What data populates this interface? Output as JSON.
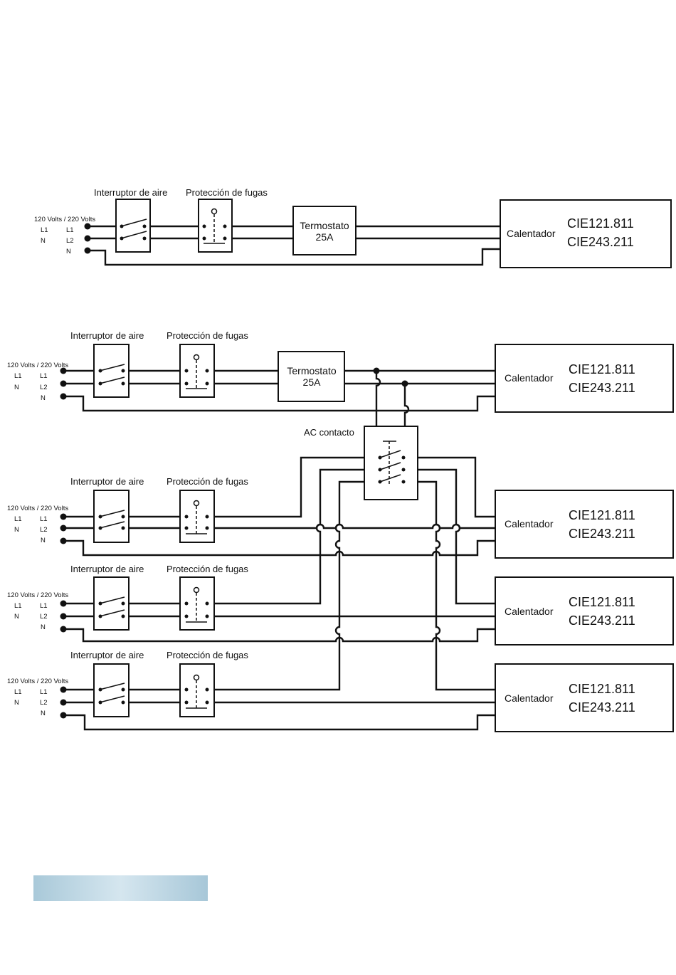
{
  "blocks": {
    "breaker": "Interruptor de aire",
    "rcd": "Protección de fugas",
    "thermostat_line1": "Termostato",
    "thermostat_line2": "25A",
    "heater_label": "Calentador",
    "model_1": "CIE121.811",
    "model_2": "CIE243.211",
    "contactor": "AC contacto"
  },
  "supply": {
    "voltage": "120 Volts / 220 Volts",
    "l1": "L1",
    "n": "N",
    "l2": "L2"
  },
  "colors": {
    "line": "#111111",
    "footer_bar": "#b9d4e2"
  }
}
